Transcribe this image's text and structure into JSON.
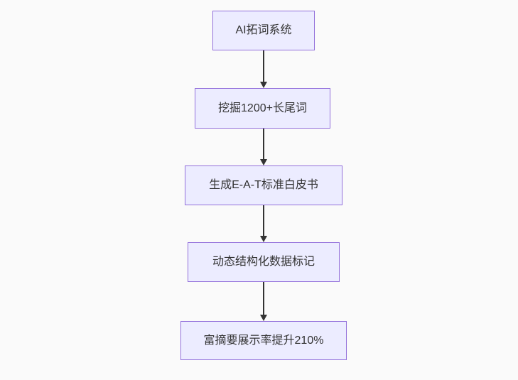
{
  "diagram": {
    "type": "flowchart",
    "direction": "top-down",
    "colors": {
      "background": "#fafafa",
      "node_fill": "#ECECFF",
      "node_border": "#9370DB",
      "text": "#333333",
      "arrow": "#333333"
    },
    "nodes": [
      {
        "id": "n1",
        "label": "AI拓词系统"
      },
      {
        "id": "n2",
        "label": "挖掘1200+长尾词"
      },
      {
        "id": "n3",
        "label": "生成E-A-T标准白皮书"
      },
      {
        "id": "n4",
        "label": "动态结构化数据标记"
      },
      {
        "id": "n5",
        "label": "富摘要展示率提升210%"
      }
    ],
    "edges": [
      {
        "from": "n1",
        "to": "n2"
      },
      {
        "from": "n2",
        "to": "n3"
      },
      {
        "from": "n3",
        "to": "n4"
      },
      {
        "from": "n4",
        "to": "n5"
      }
    ]
  }
}
